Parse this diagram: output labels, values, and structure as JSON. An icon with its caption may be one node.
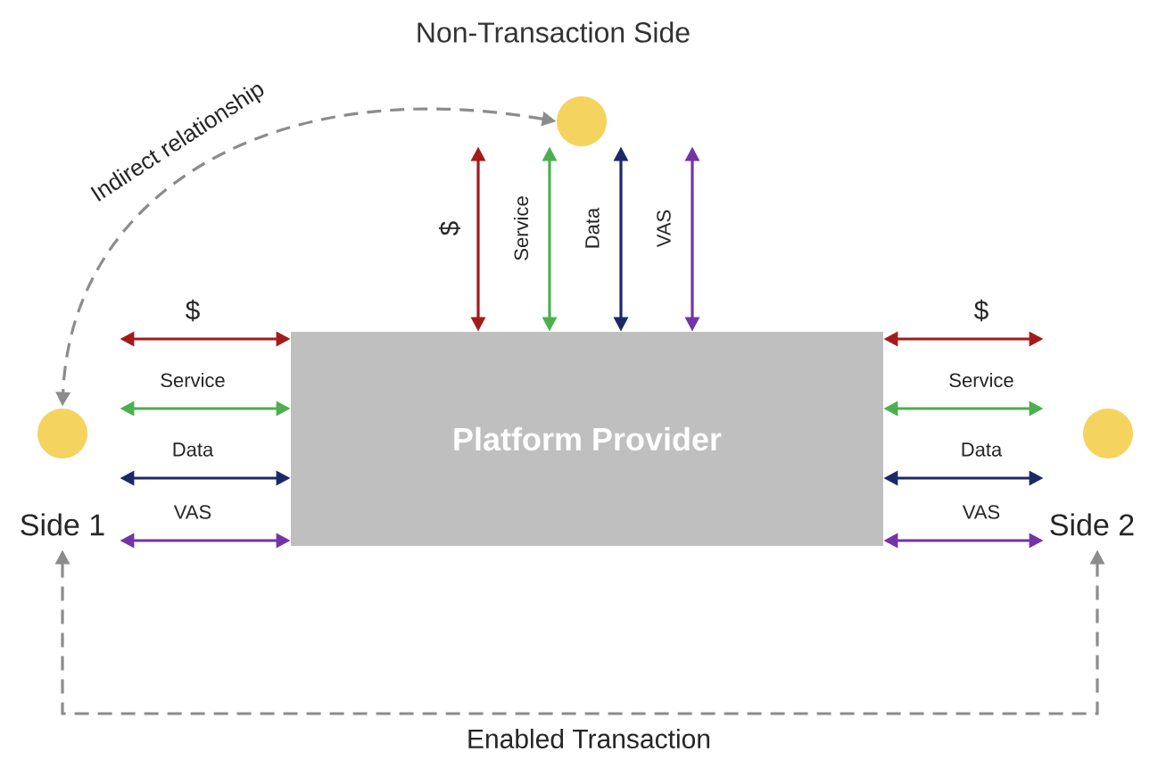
{
  "diagram": {
    "nodes": [
      {
        "text": [
          "Non-Transaction Side"
        ]
      },
      {
        "text": [
          "Side 1"
        ]
      },
      {
        "text": [
          "Platform Provider"
        ]
      },
      {
        "text": [
          "Side 2"
        ]
      }
    ],
    "edges": [
      {
        "from": 0,
        "to": 1,
        "arrow": "both",
        "label": "Indirect relationship",
        "style": "dashed",
        "color": "#8c8c8c"
      },
      {
        "from": 1,
        "to": 2,
        "arrow": "both",
        "label": "$",
        "color": "#a31b1b"
      },
      {
        "from": 1,
        "to": 2,
        "arrow": "both",
        "label": "Service",
        "color": "#4caf50"
      },
      {
        "from": 1,
        "to": 2,
        "arrow": "both",
        "label": "Data",
        "color": "#1b2a66"
      },
      {
        "from": 1,
        "to": 2,
        "arrow": "both",
        "label": "VAS",
        "color": "#7434a8"
      },
      {
        "from": 0,
        "to": 2,
        "arrow": "both",
        "label": "$",
        "color": "#a31b1b"
      },
      {
        "from": 0,
        "to": 2,
        "arrow": "both",
        "label": "Service",
        "color": "#4caf50"
      },
      {
        "from": 0,
        "to": 2,
        "arrow": "both",
        "label": "Data",
        "color": "#1b2a66"
      },
      {
        "from": 0,
        "to": 2,
        "arrow": "both",
        "label": "VAS",
        "color": "#7434a8"
      },
      {
        "from": 2,
        "to": 3,
        "arrow": "both",
        "label": "$",
        "color": "#a31b1b"
      },
      {
        "from": 2,
        "to": 3,
        "arrow": "both",
        "label": "Service",
        "color": "#4caf50"
      },
      {
        "from": 2,
        "to": 3,
        "arrow": "both",
        "label": "Data",
        "color": "#1b2a66"
      },
      {
        "from": 2,
        "to": 3,
        "arrow": "both",
        "label": "VAS",
        "color": "#7434a8"
      },
      {
        "from": 1,
        "to": 3,
        "arrow": "both",
        "label": "Enabled Transaction",
        "style": "dashed",
        "color": "#8c8c8c"
      }
    ]
  }
}
